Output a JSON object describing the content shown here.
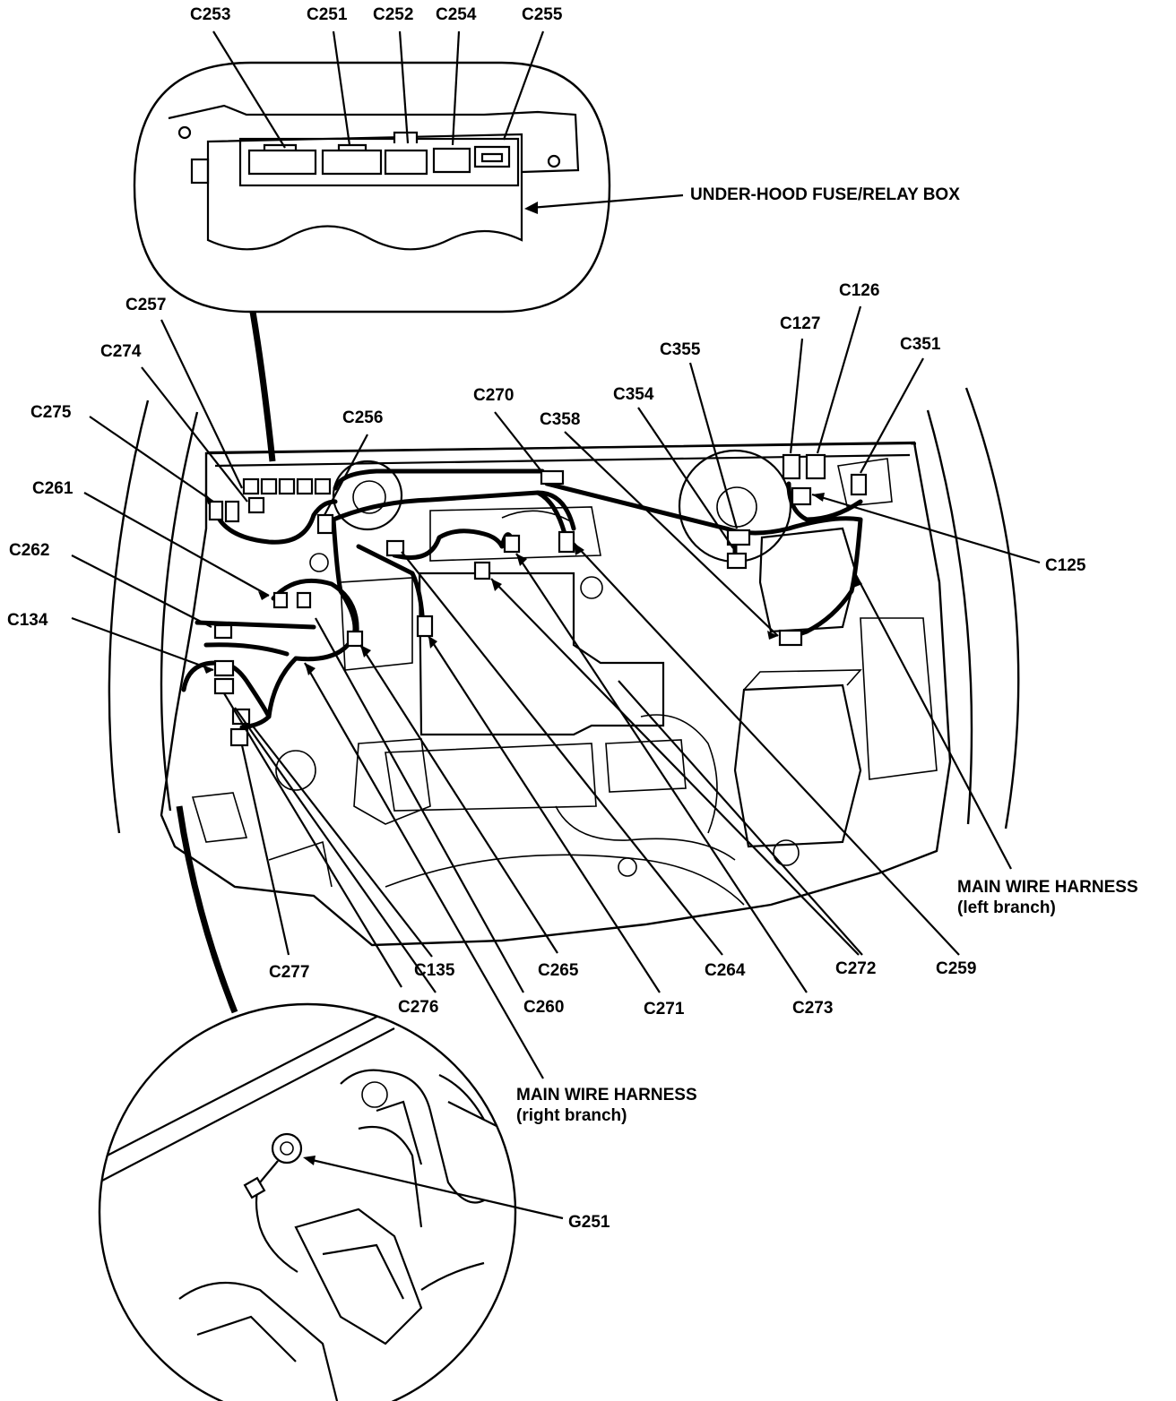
{
  "fuse_box": {
    "title": "UNDER-HOOD FUSE/RELAY BOX",
    "connectors": [
      "C253",
      "C251",
      "C252",
      "C254",
      "C255"
    ]
  },
  "harness": {
    "left_branch_title": "MAIN WIRE HARNESS",
    "left_branch_sub": "(left branch)",
    "right_branch_title": "MAIN WIRE HARNESS",
    "right_branch_sub": "(right branch)"
  },
  "connectors": {
    "c257": "C257",
    "c274": "C274",
    "c275": "C275",
    "c261": "C261",
    "c262": "C262",
    "c134": "C134",
    "c256": "C256",
    "c270": "C270",
    "c358": "C358",
    "c354": "C354",
    "c355": "C355",
    "c127": "C127",
    "c126": "C126",
    "c351": "C351",
    "c125": "C125",
    "c277": "C277",
    "c135": "C135",
    "c276": "C276",
    "c265": "C265",
    "c260": "C260",
    "c271": "C271",
    "c264": "C264",
    "c273": "C273",
    "c272": "C272",
    "c259": "C259"
  },
  "ground": {
    "g251": "G251"
  }
}
